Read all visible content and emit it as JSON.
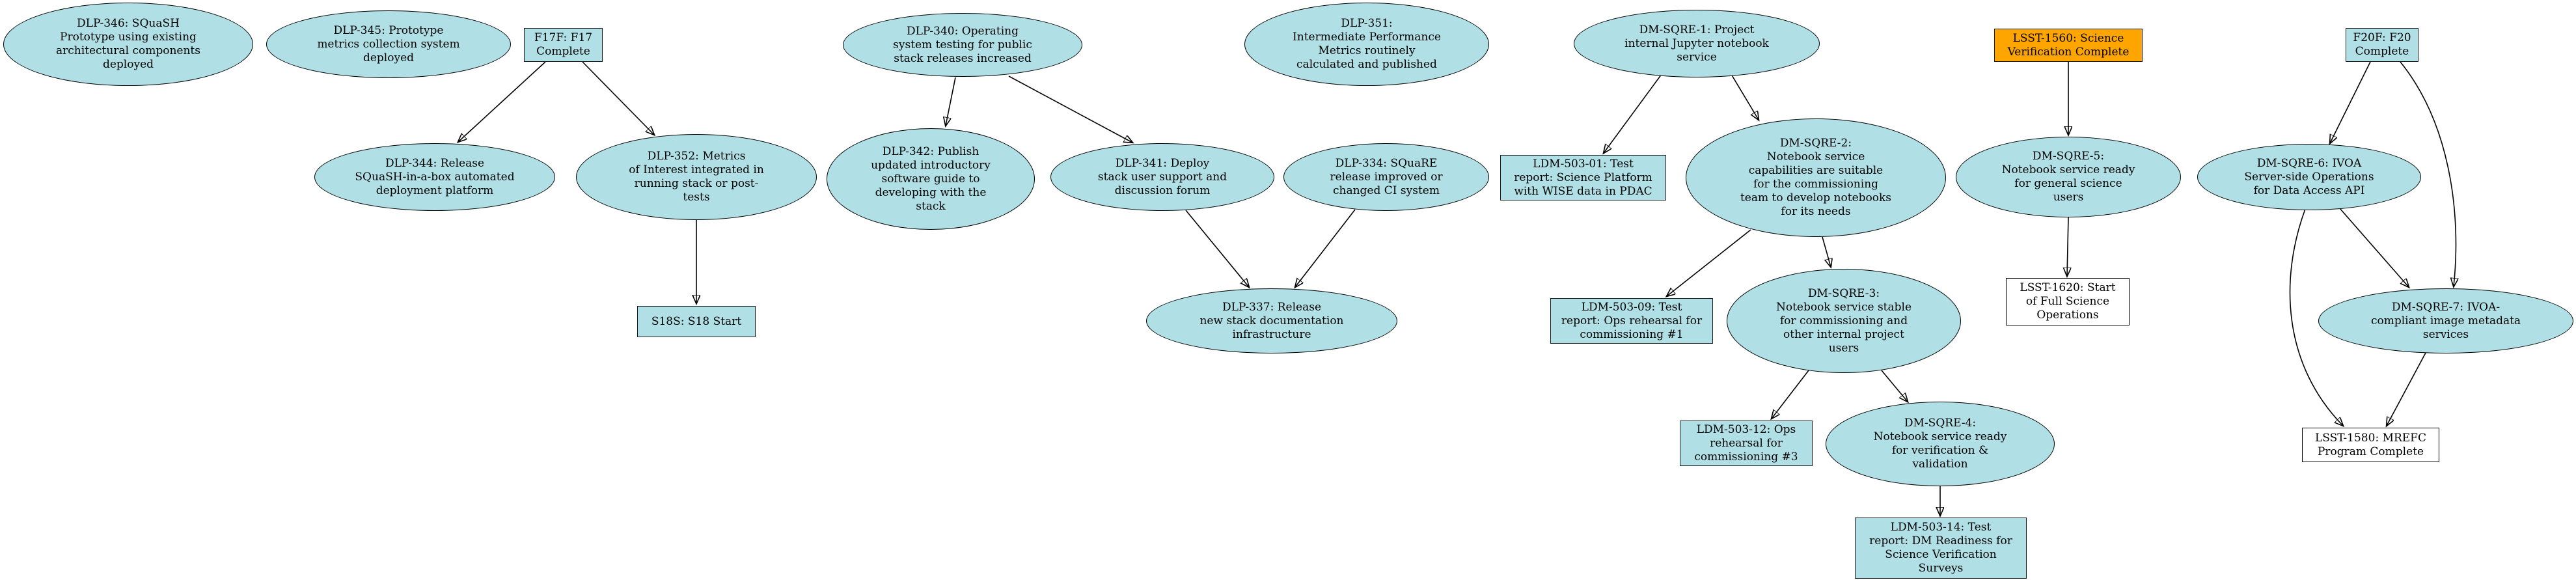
{
  "diagram": {
    "type": "milestone-dependency-graph",
    "background": "#ffffff",
    "colors": {
      "node_fill": "#b0e0e6",
      "highlight_fill": "#ffa500",
      "plain_fill": "#ffffff",
      "stroke": "#000000"
    },
    "nodes": {
      "dlp346": {
        "id": "DLP-346",
        "shape": "ellipse",
        "fill": "#b0e0e6",
        "label": "DLP-346: SQuaSH\nPrototype using existing\narchitectural components\ndeployed"
      },
      "dlp345": {
        "id": "DLP-345",
        "shape": "ellipse",
        "fill": "#b0e0e6",
        "label": "DLP-345: Prototype\nmetrics collection system\ndeployed"
      },
      "f17f": {
        "id": "F17F",
        "shape": "box",
        "fill": "#b0e0e6",
        "label": "F17F: F17\nComplete"
      },
      "dlp344": {
        "id": "DLP-344",
        "shape": "ellipse",
        "fill": "#b0e0e6",
        "label": "DLP-344: Release\nSQuaSH-in-a-box automated\ndeployment platform"
      },
      "dlp352": {
        "id": "DLP-352",
        "shape": "ellipse",
        "fill": "#b0e0e6",
        "label": "DLP-352: Metrics\nof Interest integrated in\nrunning stack or post-\ntests"
      },
      "s18s": {
        "id": "S18S",
        "shape": "box",
        "fill": "#b0e0e6",
        "label": "S18S: S18 Start"
      },
      "dlp340": {
        "id": "DLP-340",
        "shape": "ellipse",
        "fill": "#b0e0e6",
        "label": "DLP-340: Operating\nsystem testing for public\nstack releases increased"
      },
      "dlp342": {
        "id": "DLP-342",
        "shape": "ellipse",
        "fill": "#b0e0e6",
        "label": "DLP-342: Publish\nupdated introductory\nsoftware guide to\ndeveloping with the\nstack"
      },
      "dlp341": {
        "id": "DLP-341",
        "shape": "ellipse",
        "fill": "#b0e0e6",
        "label": "DLP-341: Deploy\nstack user support and\ndiscussion forum"
      },
      "dlp334": {
        "id": "DLP-334",
        "shape": "ellipse",
        "fill": "#b0e0e6",
        "label": "DLP-334: SQuaRE\nrelease improved or\nchanged CI system"
      },
      "dlp337": {
        "id": "DLP-337",
        "shape": "ellipse",
        "fill": "#b0e0e6",
        "label": "DLP-337: Release\nnew stack documentation\ninfrastructure"
      },
      "dlp351": {
        "id": "DLP-351",
        "shape": "ellipse",
        "fill": "#b0e0e6",
        "label": "DLP-351:\nIntermediate Performance\nMetrics routinely\ncalculated and published"
      },
      "dmsqre1": {
        "id": "DM-SQRE-1",
        "shape": "ellipse",
        "fill": "#b0e0e6",
        "label": "DM-SQRE-1: Project\ninternal Jupyter notebook\nservice"
      },
      "ldm50301": {
        "id": "LDM-503-01",
        "shape": "box",
        "fill": "#b0e0e6",
        "label": "LDM-503-01: Test\nreport: Science Platform\nwith WISE data in PDAC"
      },
      "dmsqre2": {
        "id": "DM-SQRE-2",
        "shape": "ellipse",
        "fill": "#b0e0e6",
        "label": "DM-SQRE-2:\nNotebook service\ncapabilities are suitable\nfor the commissioning\nteam to develop notebooks\nfor its needs"
      },
      "ldm50309": {
        "id": "LDM-503-09",
        "shape": "box",
        "fill": "#b0e0e6",
        "label": "LDM-503-09: Test\nreport: Ops rehearsal for\ncommissioning #1"
      },
      "dmsqre3": {
        "id": "DM-SQRE-3",
        "shape": "ellipse",
        "fill": "#b0e0e6",
        "label": "DM-SQRE-3:\nNotebook service stable\nfor commissioning and\nother internal project\nusers"
      },
      "ldm50312": {
        "id": "LDM-503-12",
        "shape": "box",
        "fill": "#b0e0e6",
        "label": "LDM-503-12: Ops\nrehearsal for\ncommissioning #3"
      },
      "dmsqre4": {
        "id": "DM-SQRE-4",
        "shape": "ellipse",
        "fill": "#b0e0e6",
        "label": "DM-SQRE-4:\nNotebook service ready\nfor verification &\nvalidation"
      },
      "ldm50314": {
        "id": "LDM-503-14",
        "shape": "box",
        "fill": "#b0e0e6",
        "label": "LDM-503-14: Test\nreport: DM Readiness for\nScience Verification\nSurveys"
      },
      "lsst1560": {
        "id": "LSST-1560",
        "shape": "box",
        "fill": "#ffa500",
        "label": "LSST-1560: Science\nVerification Complete"
      },
      "dmsqre5": {
        "id": "DM-SQRE-5",
        "shape": "ellipse",
        "fill": "#b0e0e6",
        "label": "DM-SQRE-5:\nNotebook service ready\nfor general science\nusers"
      },
      "lsst1620": {
        "id": "LSST-1620",
        "shape": "box",
        "fill": "#ffffff",
        "label": "LSST-1620: Start\nof Full Science\nOperations"
      },
      "f20f": {
        "id": "F20F",
        "shape": "box",
        "fill": "#b0e0e6",
        "label": "F20F: F20\nComplete"
      },
      "dmsqre6": {
        "id": "DM-SQRE-6",
        "shape": "ellipse",
        "fill": "#b0e0e6",
        "label": "DM-SQRE-6: IVOA\nServer-side Operations\nfor Data Access API"
      },
      "dmsqre7": {
        "id": "DM-SQRE-7",
        "shape": "ellipse",
        "fill": "#b0e0e6",
        "label": "DM-SQRE-7: IVOA-\ncompliant image metadata\nservices"
      },
      "lsst1580": {
        "id": "LSST-1580",
        "shape": "box",
        "fill": "#ffffff",
        "label": "LSST-1580: MREFC\nProgram Complete"
      }
    },
    "edges": [
      {
        "from": "F17F",
        "to": "DLP-344"
      },
      {
        "from": "F17F",
        "to": "DLP-352"
      },
      {
        "from": "DLP-352",
        "to": "S18S"
      },
      {
        "from": "DLP-340",
        "to": "DLP-342"
      },
      {
        "from": "DLP-340",
        "to": "DLP-341"
      },
      {
        "from": "DLP-341",
        "to": "DLP-337"
      },
      {
        "from": "DLP-334",
        "to": "DLP-337"
      },
      {
        "from": "DM-SQRE-1",
        "to": "LDM-503-01"
      },
      {
        "from": "DM-SQRE-1",
        "to": "DM-SQRE-2"
      },
      {
        "from": "DM-SQRE-2",
        "to": "LDM-503-09"
      },
      {
        "from": "DM-SQRE-2",
        "to": "DM-SQRE-3"
      },
      {
        "from": "DM-SQRE-3",
        "to": "LDM-503-12"
      },
      {
        "from": "DM-SQRE-3",
        "to": "DM-SQRE-4"
      },
      {
        "from": "DM-SQRE-4",
        "to": "LDM-503-14"
      },
      {
        "from": "LSST-1560",
        "to": "DM-SQRE-5"
      },
      {
        "from": "DM-SQRE-5",
        "to": "LSST-1620"
      },
      {
        "from": "F20F",
        "to": "DM-SQRE-6"
      },
      {
        "from": "F20F",
        "to": "DM-SQRE-7"
      },
      {
        "from": "DM-SQRE-6",
        "to": "DM-SQRE-7"
      },
      {
        "from": "DM-SQRE-6",
        "to": "LSST-1580"
      },
      {
        "from": "DM-SQRE-7",
        "to": "LSST-1580"
      }
    ]
  }
}
